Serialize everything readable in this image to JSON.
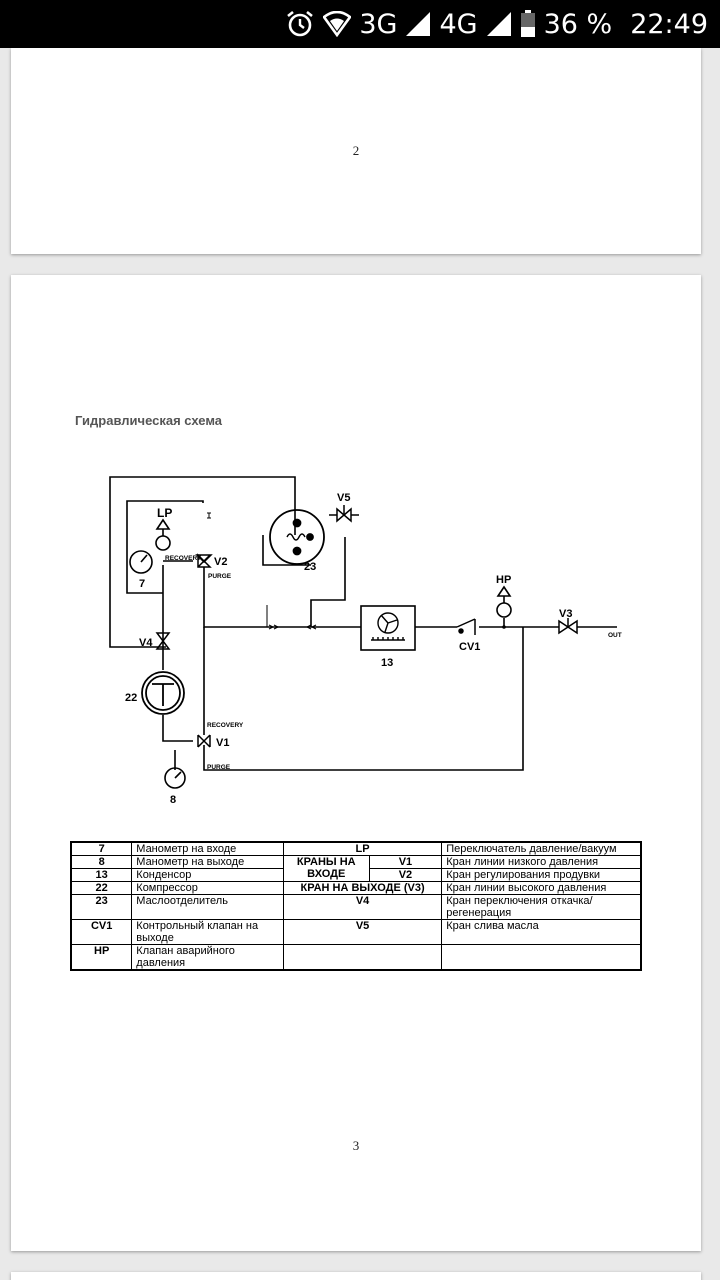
{
  "status_bar": {
    "network_3g": "3G",
    "network_4g": "4G",
    "battery": "36 %",
    "time": "22:49"
  },
  "pages": {
    "previous_page_number": "2",
    "current_page_number": "3"
  },
  "section_title": "Гидравлическая схема",
  "schematic": {
    "labels": {
      "lp": "LP",
      "v5": "V5",
      "v2": "V2",
      "recovery_top": "RECOVERY",
      "purge_top": "PURGE",
      "n7": "7",
      "n23": "23",
      "hp": "HP",
      "v3": "V3",
      "out": "OUT",
      "v4": "V4",
      "n13": "13",
      "cv1": "CV1",
      "n22": "22",
      "recovery_bottom": "RECOVERY",
      "v1": "V1",
      "purge_bottom": "PURGE",
      "n8": "8"
    }
  },
  "legend": {
    "rows": [
      {
        "code": "7",
        "desc": "Манометр на входе",
        "mid": "LP",
        "right": "Переключатель давление/вакуум"
      },
      {
        "code": "8",
        "desc": "Манометр на выходе",
        "mid_sub": "V1",
        "right": "Кран линии низкого давления"
      },
      {
        "code": "13",
        "desc": "Конденсор",
        "mid_sub": "V2",
        "right": "Кран регулирования продувки"
      },
      {
        "code": "22",
        "desc": "Компрессор",
        "mid": "КРАН НА ВЫХОДЕ (V3)",
        "right": "Кран линии высокого давления"
      },
      {
        "code": "23",
        "desc": "Маслоотделитель",
        "mid": "V4",
        "right": "Кран переключения откачка/регенерация"
      },
      {
        "code": "CV1",
        "desc": "Контрольный клапан на выходе",
        "mid": "V5",
        "right": "Кран слива масла"
      },
      {
        "code": "HP",
        "desc": "Клапан аварийного давления",
        "mid": "",
        "right": ""
      }
    ],
    "inlet_valves_label": "КРАНЫ НА ВХОДЕ"
  }
}
